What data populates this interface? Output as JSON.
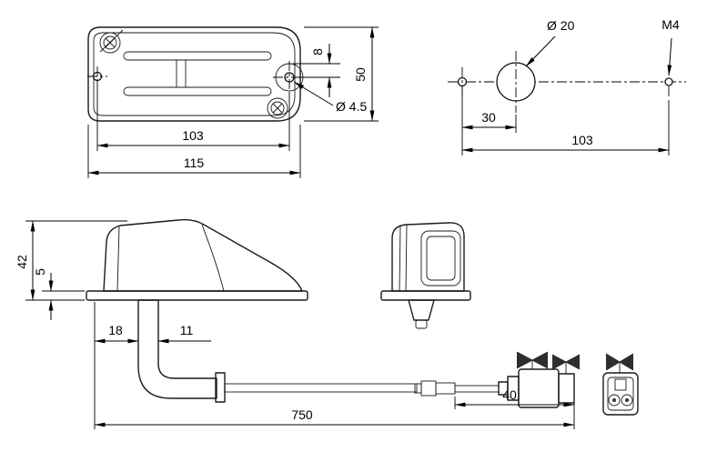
{
  "drawing": {
    "kind": "technical-dimension-drawing",
    "colors": {
      "line": "#1a1a1a",
      "fill_light": "#d6d6d6",
      "fill_mid": "#c6c6c6",
      "fill_dark": "#aeaeae",
      "background": "#ffffff"
    },
    "views": {
      "top_view": {
        "dims": {
          "inner_width": "103",
          "outer_width": "115",
          "height": "50",
          "hole_offset": "8",
          "hole_diameter": "Ø 4.5"
        }
      },
      "drill_template": {
        "dims": {
          "big_hole_diameter": "Ø 20",
          "thread": "M4",
          "hole_spacing": "30",
          "mount_spacing": "103"
        }
      },
      "side_view": {
        "dims": {
          "total_height": "42",
          "base_thickness": "5",
          "stem_offset": "18",
          "stem_width": "11",
          "cable_length": "750"
        }
      },
      "connector_view": {
        "dims": {
          "connector_length": "40"
        }
      }
    }
  }
}
